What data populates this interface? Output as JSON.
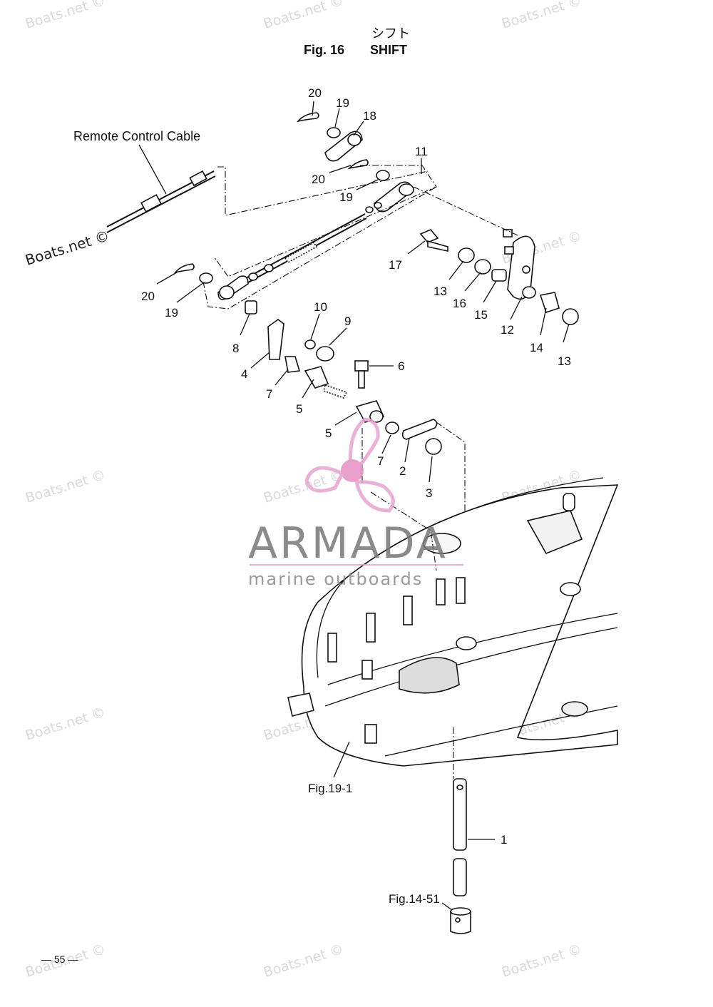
{
  "header": {
    "japanese_title": "シフト",
    "fig_label": "Fig. 16",
    "title": "SHIFT"
  },
  "labels": {
    "remote_cable": "Remote Control Cable",
    "fig_19_1": "Fig.19-1",
    "fig_14_51": "Fig.14-51",
    "page_number": "— 55 —"
  },
  "callouts": {
    "c20a": "20",
    "c19a": "19",
    "c18": "18",
    "c11": "11",
    "c20b": "20",
    "c19b": "19",
    "c17": "17",
    "c13a": "13",
    "c16": "16",
    "c15": "15",
    "c12": "12",
    "c14": "14",
    "c13b": "13",
    "c20c": "20",
    "c19c": "19",
    "c10": "10",
    "c9": "9",
    "c8": "8",
    "c4": "4",
    "c7a": "7",
    "c5a": "5",
    "c6": "6",
    "c5b": "5",
    "c7b": "7",
    "c2": "2",
    "c3": "3",
    "c1": "1"
  },
  "watermark": {
    "text": "Boats.net ©",
    "color": "#d9d9d9"
  },
  "brand": {
    "name": "ARMADA",
    "tagline": "marine outboards",
    "logo_color": "#e8a3cf"
  }
}
